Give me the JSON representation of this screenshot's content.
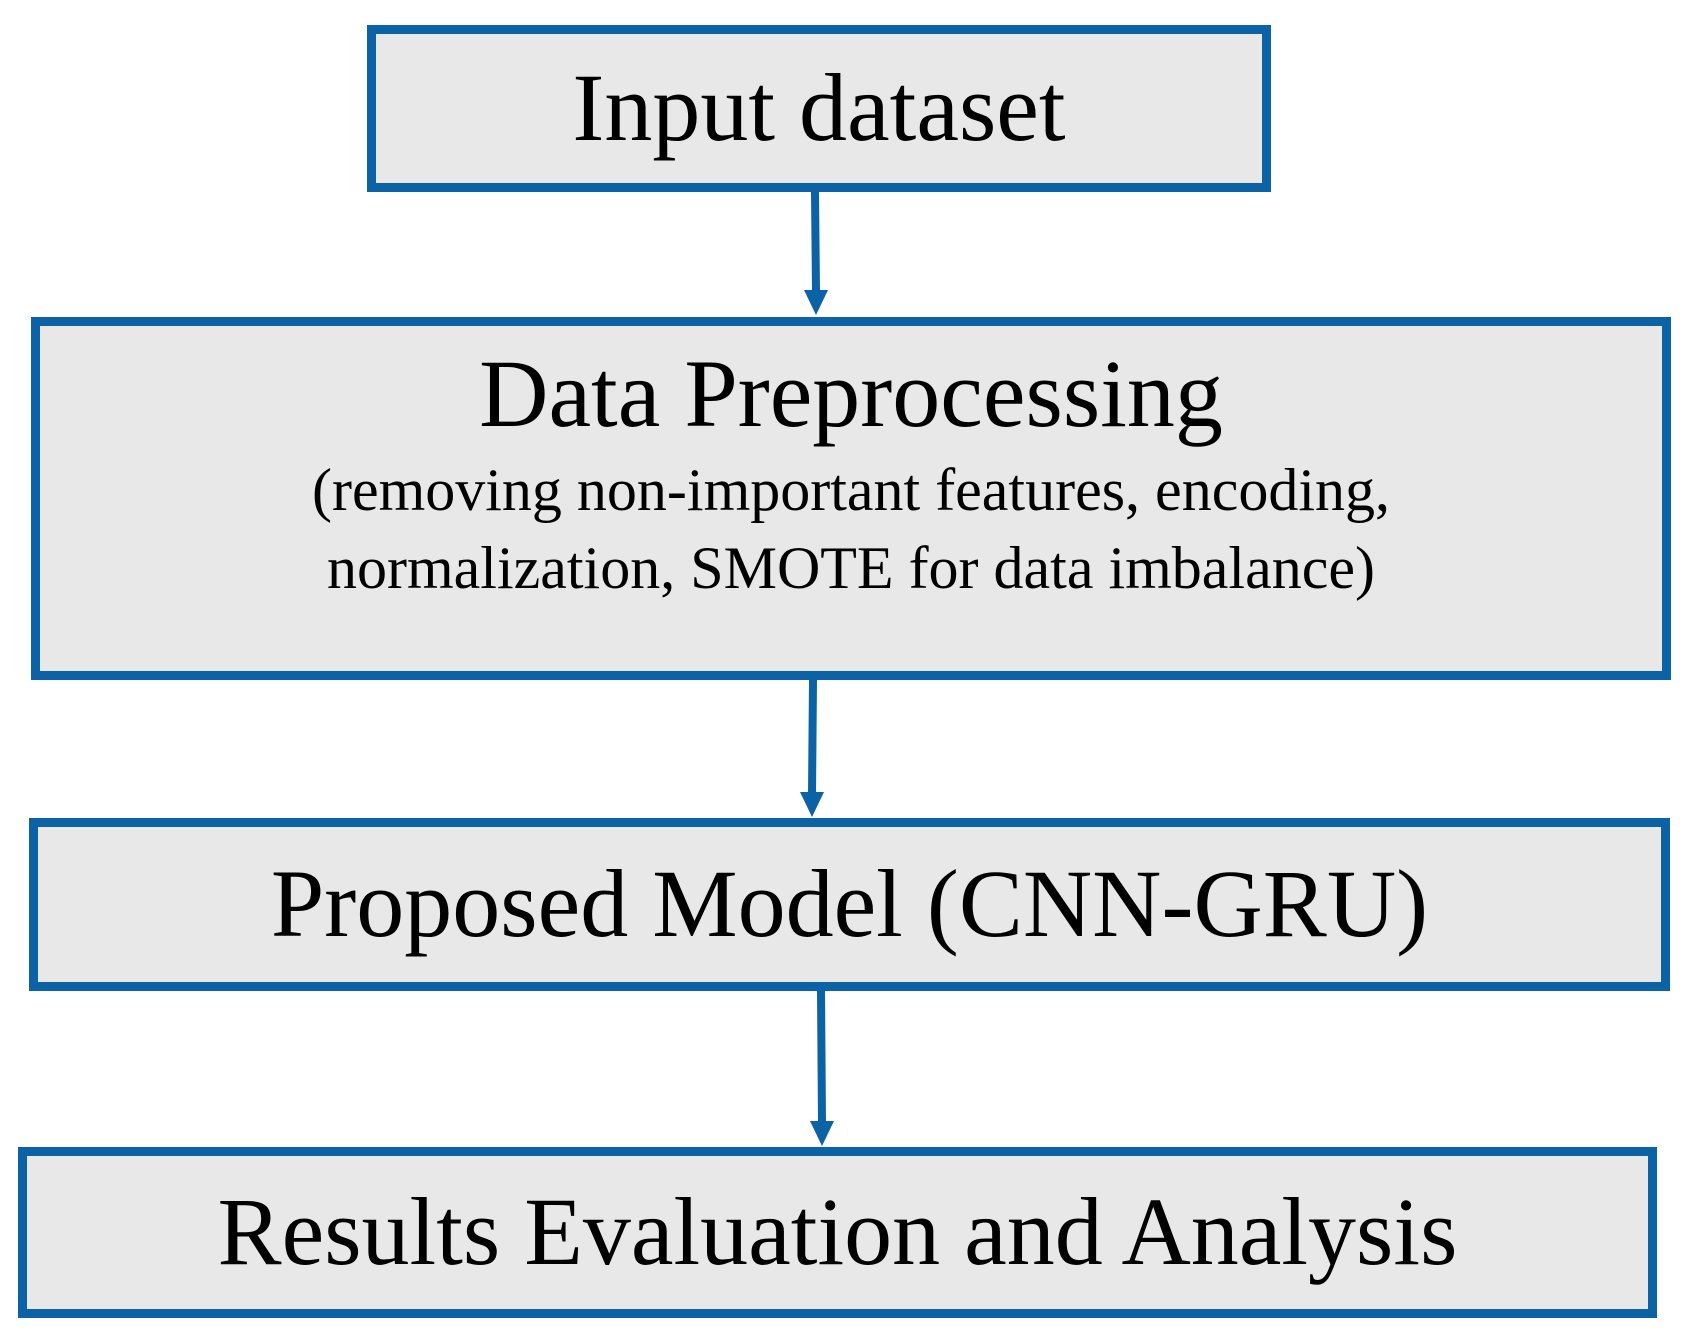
{
  "diagram": {
    "accent_color": "#0b62a4",
    "box_fill": "#e8e8e8",
    "steps": [
      {
        "title": "Input dataset"
      },
      {
        "title": "Data Preprocessing",
        "detail_lines": [
          "(removing non-important features, encoding,",
          "normalization, SMOTE for data imbalance)"
        ]
      },
      {
        "title": "Proposed Model (CNN-GRU)"
      },
      {
        "title": "Results Evaluation and Analysis"
      }
    ],
    "connections": [
      {
        "from": "Input dataset",
        "to": "Data Preprocessing"
      },
      {
        "from": "Data Preprocessing",
        "to": "Proposed Model (CNN-GRU)"
      },
      {
        "from": "Proposed Model (CNN-GRU)",
        "to": "Results Evaluation and Analysis"
      }
    ]
  }
}
